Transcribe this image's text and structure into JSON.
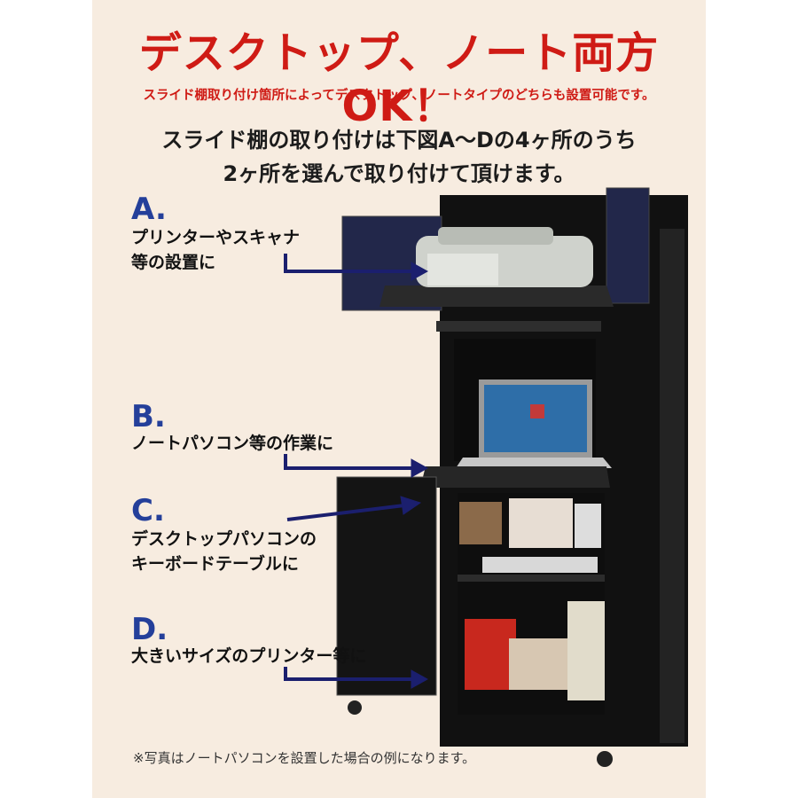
{
  "title": "デスクトップ、ノート両方OK！",
  "subtitle": "スライド棚取り付け箇所によってデスクトップ、ノートタイプのどちらも設置可能です。",
  "lead": [
    "スライド棚の取り付けは下図A～Dの4ヶ所のうち",
    "2ヶ所を選んで取り付けて頂けます。"
  ],
  "callouts": [
    {
      "letter": "A.",
      "lines": [
        "プリンターやスキャナ",
        "等の設置に"
      ]
    },
    {
      "letter": "B.",
      "lines": [
        "ノートパソコン等の作業に"
      ]
    },
    {
      "letter": "C.",
      "lines": [
        "デスクトップパソコンの",
        "キーボードテーブルに"
      ]
    },
    {
      "letter": "D.",
      "lines": [
        "大きいサイズのプリンター等に"
      ]
    }
  ],
  "note": "※写真はノートパソコンを設置した場合の例になります。",
  "colors": {
    "title_red": "#cf1b15",
    "letter_blue": "#243f9a",
    "arrow_navy": "#1b1f6e",
    "cabinet_black": "#1a1a1a",
    "panel_beige": "#f7ece0"
  }
}
